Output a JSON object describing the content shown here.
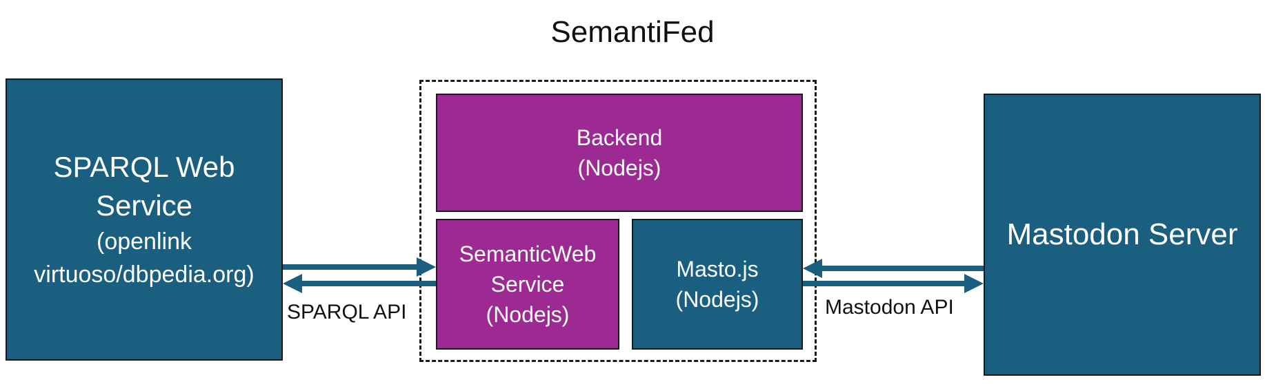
{
  "diagram": {
    "title": "SemantiFed",
    "nodes": {
      "sparql_service": {
        "lines": [
          "SPARQL Web",
          "Service",
          "(openlink",
          "virtuoso/dbpedia.org)"
        ]
      },
      "backend": {
        "lines": [
          "Backend",
          "(Nodejs)"
        ]
      },
      "semanticweb_service": {
        "lines": [
          "SemanticWeb",
          "Service",
          "(Nodejs)"
        ]
      },
      "masto_js": {
        "lines": [
          "Masto.js",
          "(Nodejs)"
        ]
      },
      "mastodon_server": {
        "lines": [
          "Mastodon Server"
        ]
      }
    },
    "edges": {
      "sparql_api": "SPARQL API",
      "mastodon_api": "Mastodon API"
    },
    "colors": {
      "blue": "#1a5f80",
      "purple": "#9c2a92",
      "arrow": "#1a5f80"
    }
  }
}
